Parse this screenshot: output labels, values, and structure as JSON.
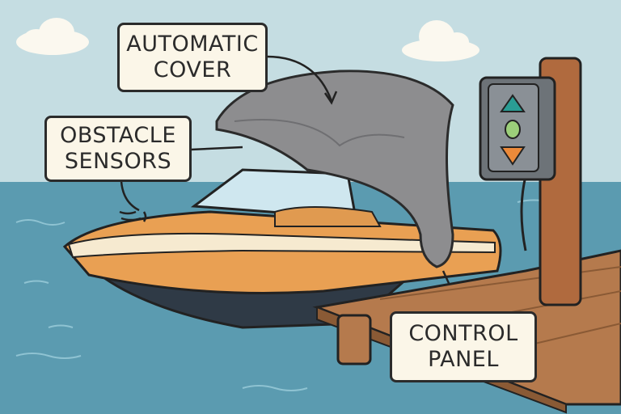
{
  "labels": {
    "cover": [
      "AUTOMATIC",
      "COVER"
    ],
    "sensors": [
      "OBSTACLE",
      "SENSORS"
    ],
    "panel": [
      "CONTROL",
      "PANEL"
    ]
  },
  "colors": {
    "sky": "#c5dde2",
    "water": "#5b9bb0",
    "hull": "#e9a053",
    "cover": "#8d8d8f",
    "dock": "#b57a4d",
    "panel_up": "#2a9d94",
    "panel_mid": "#9ccf7a",
    "panel_down": "#ec8a3a"
  }
}
